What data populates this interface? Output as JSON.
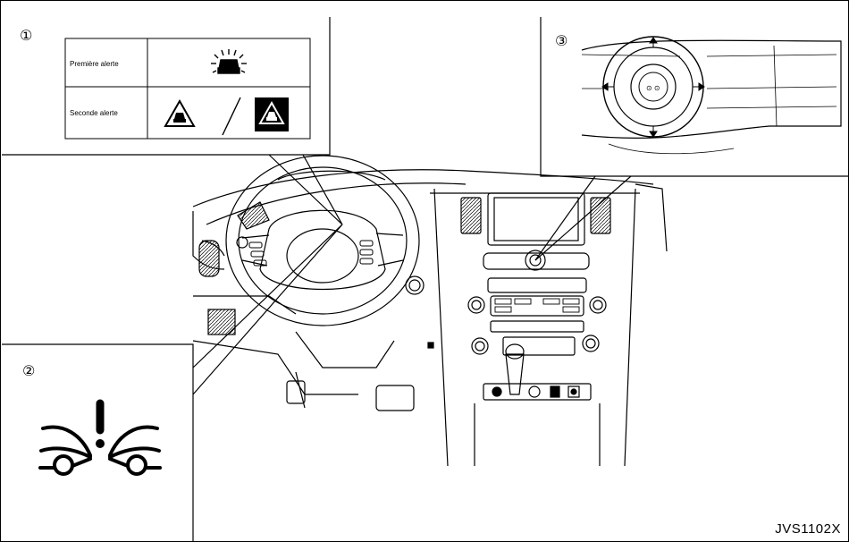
{
  "callouts": {
    "one": "①",
    "two": "②",
    "three": "③"
  },
  "alert_table": {
    "row1_label": "Première alerte",
    "row2_label": "Seconde alerte"
  },
  "figure_code": "JVS1102X"
}
